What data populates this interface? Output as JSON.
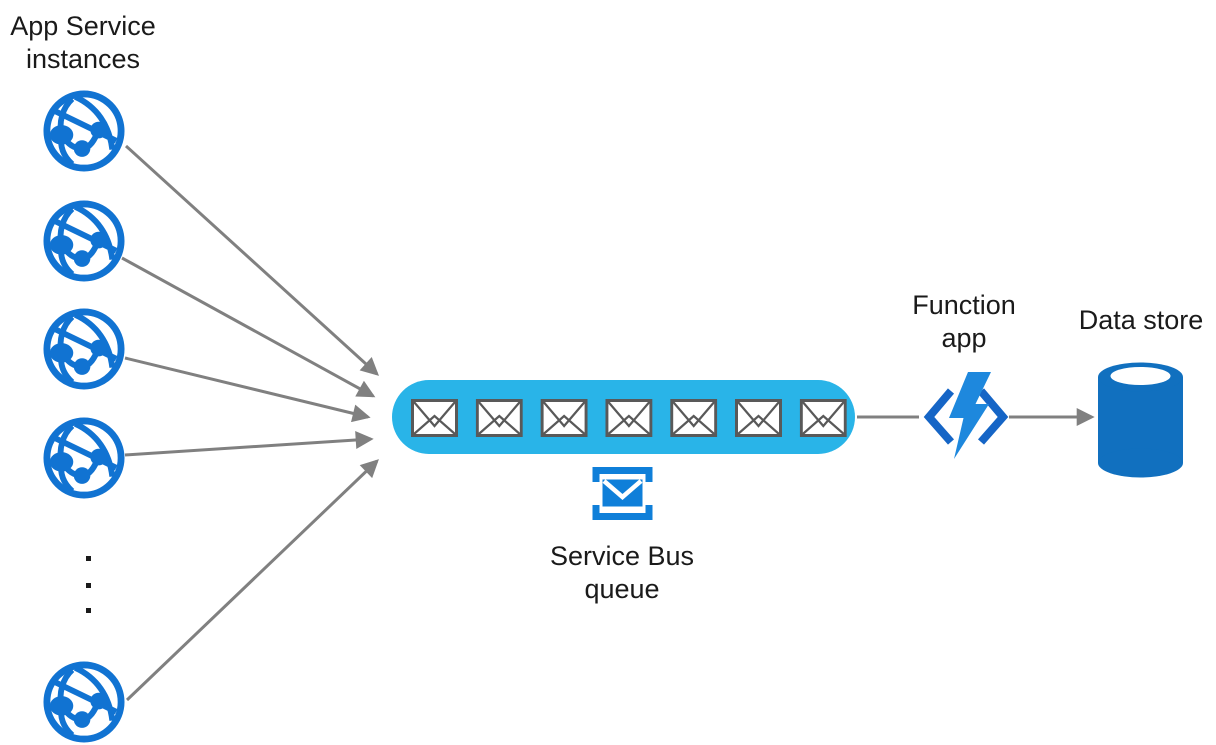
{
  "labels": {
    "app_service_instances": {
      "line1": "App Service",
      "line2": "instances"
    },
    "service_bus_queue": {
      "line1": "Service Bus",
      "line2": "queue"
    },
    "function_app": {
      "line1": "Function",
      "line2": "app"
    },
    "data_store": {
      "line1": "Data store"
    }
  },
  "counts": {
    "app_service_instances_shown": 5,
    "queue_messages": 7,
    "ellipsis_dots": 3
  },
  "nodes": [
    {
      "id": "app_service_instances",
      "label": "App Service instances",
      "icon": "app-service-globe-icon"
    },
    {
      "id": "service_bus_queue",
      "label": "Service Bus queue",
      "icon": "service-bus-queue-icon"
    },
    {
      "id": "function_app",
      "label": "Function app",
      "icon": "function-app-icon"
    },
    {
      "id": "data_store",
      "label": "Data store",
      "icon": "database-cylinder-icon"
    }
  ],
  "edges": [
    {
      "from": "app_service_instance_1",
      "to": "service_bus_queue",
      "arrowhead": true
    },
    {
      "from": "app_service_instance_2",
      "to": "service_bus_queue",
      "arrowhead": true
    },
    {
      "from": "app_service_instance_3",
      "to": "service_bus_queue",
      "arrowhead": true
    },
    {
      "from": "app_service_instance_4",
      "to": "service_bus_queue",
      "arrowhead": true
    },
    {
      "from": "app_service_instance_n",
      "to": "service_bus_queue",
      "arrowhead": true
    },
    {
      "from": "service_bus_queue",
      "to": "function_app",
      "arrowhead": false
    },
    {
      "from": "function_app",
      "to": "data_store",
      "arrowhead": true
    }
  ],
  "colors": {
    "app_service_blue": "#1173d2",
    "queue_pill_cyan": "#29b4e8",
    "envelope_outline_gray": "#595959",
    "service_bus_blue": "#0f7fd9",
    "function_bracket_blue": "#1565c6",
    "function_bolt_blue": "#1e88dd",
    "data_store_blue": "#1170bf",
    "arrow_gray": "#808080",
    "label_text": "#1a1a1a"
  }
}
